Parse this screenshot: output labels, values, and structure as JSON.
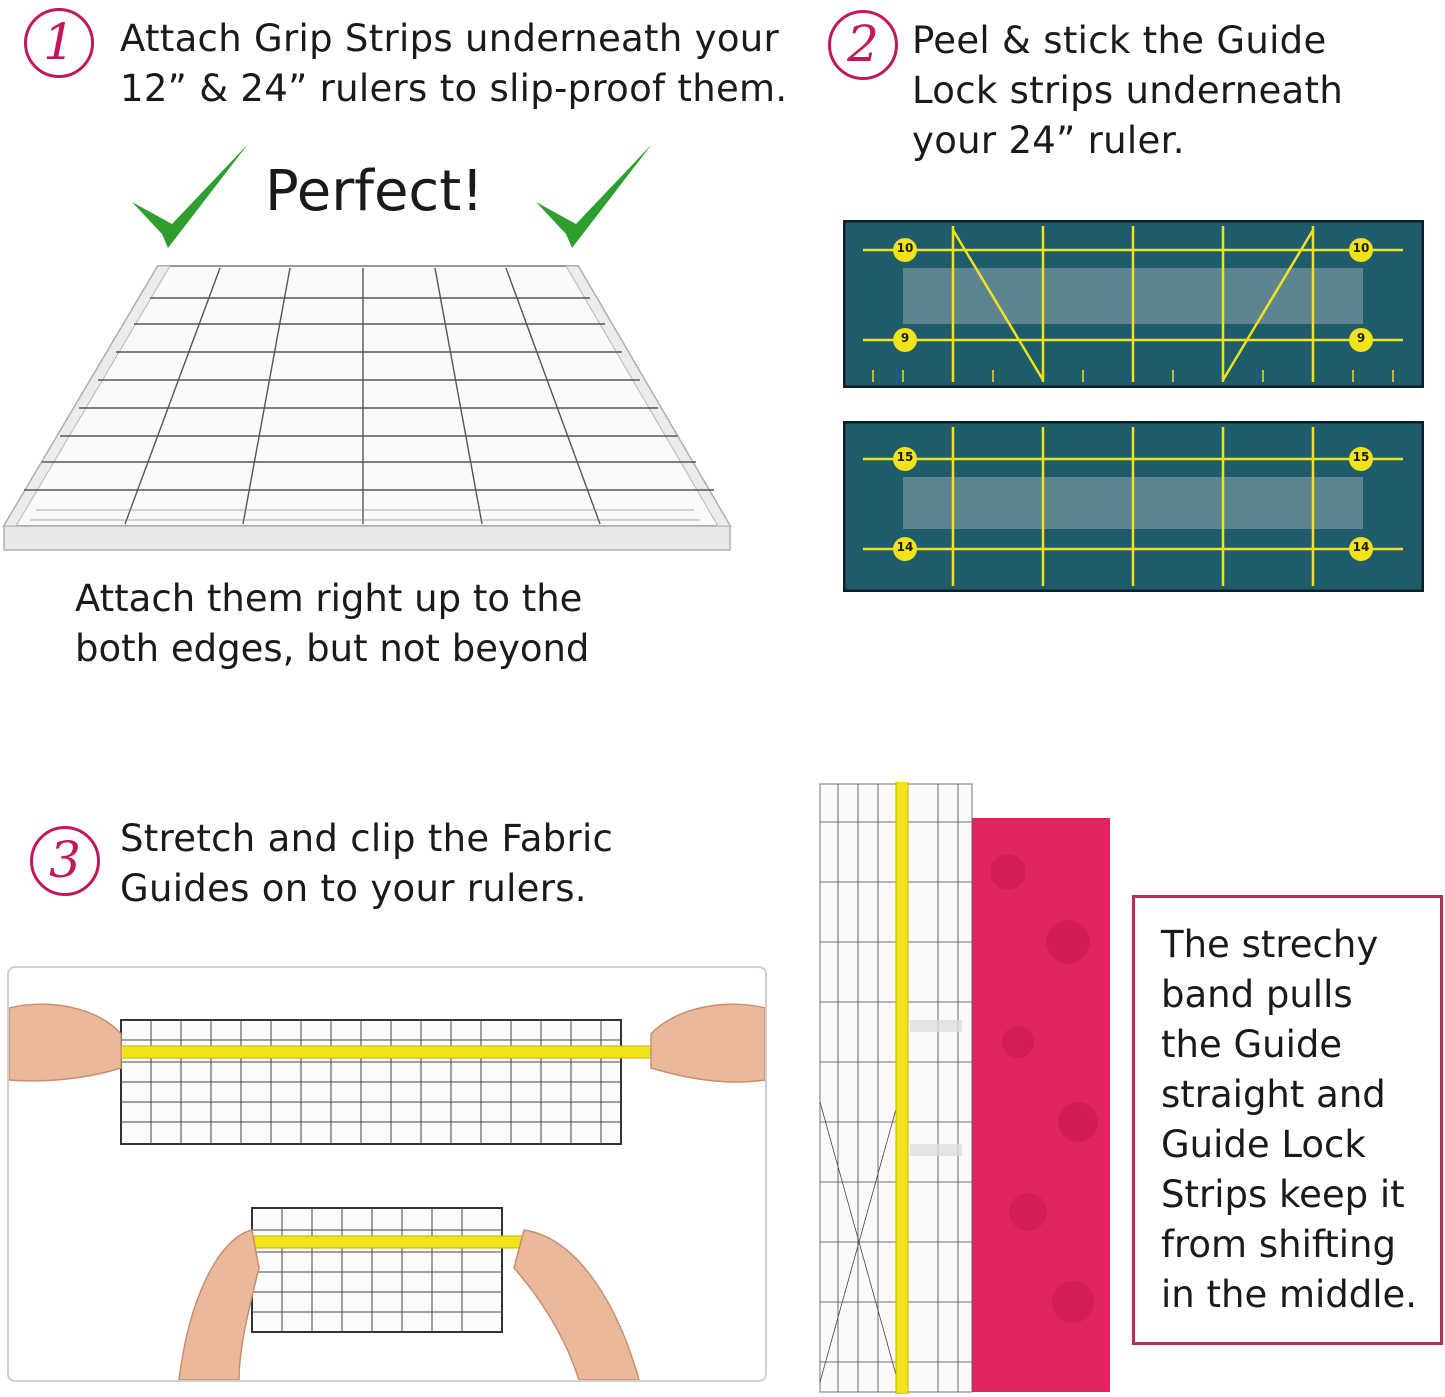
{
  "step1": {
    "number": "1",
    "heading_line1": "Attach Grip Strips underneath your",
    "heading_line2": "12” & 24” rulers to slip-proof them.",
    "perfect_label": "Perfect!",
    "caption_line1": "Attach them right up to the",
    "caption_line2": "both edges, but not beyond"
  },
  "step2": {
    "number": "2",
    "heading_line1": "Peel & stick the Guide",
    "heading_line2": "Lock strips underneath",
    "heading_line3": "your 24” ruler.",
    "strip_top": {
      "left_top": "10",
      "right_top": "10",
      "left_bottom": "9",
      "right_bottom": "9"
    },
    "strip_bottom": {
      "left_top": "15",
      "right_top": "15",
      "left_bottom": "14",
      "right_bottom": "14"
    }
  },
  "step3": {
    "number": "3",
    "heading_line1": "Stretch and clip the Fabric",
    "heading_line2": "Guides on to your rulers."
  },
  "note": {
    "lines": [
      "The strechy",
      "band pulls",
      "the Guide",
      "straight and",
      "Guide Lock",
      "Strips keep it",
      "from shifting",
      "in the middle."
    ]
  },
  "colors": {
    "accent": "#c2185b",
    "note_border": "#b0334f",
    "check_green": "#2e9e2e",
    "strip_teal": "#1f5c6b",
    "guide_yellow": "#f2e21a",
    "fabric_pink": "#e0245e"
  }
}
